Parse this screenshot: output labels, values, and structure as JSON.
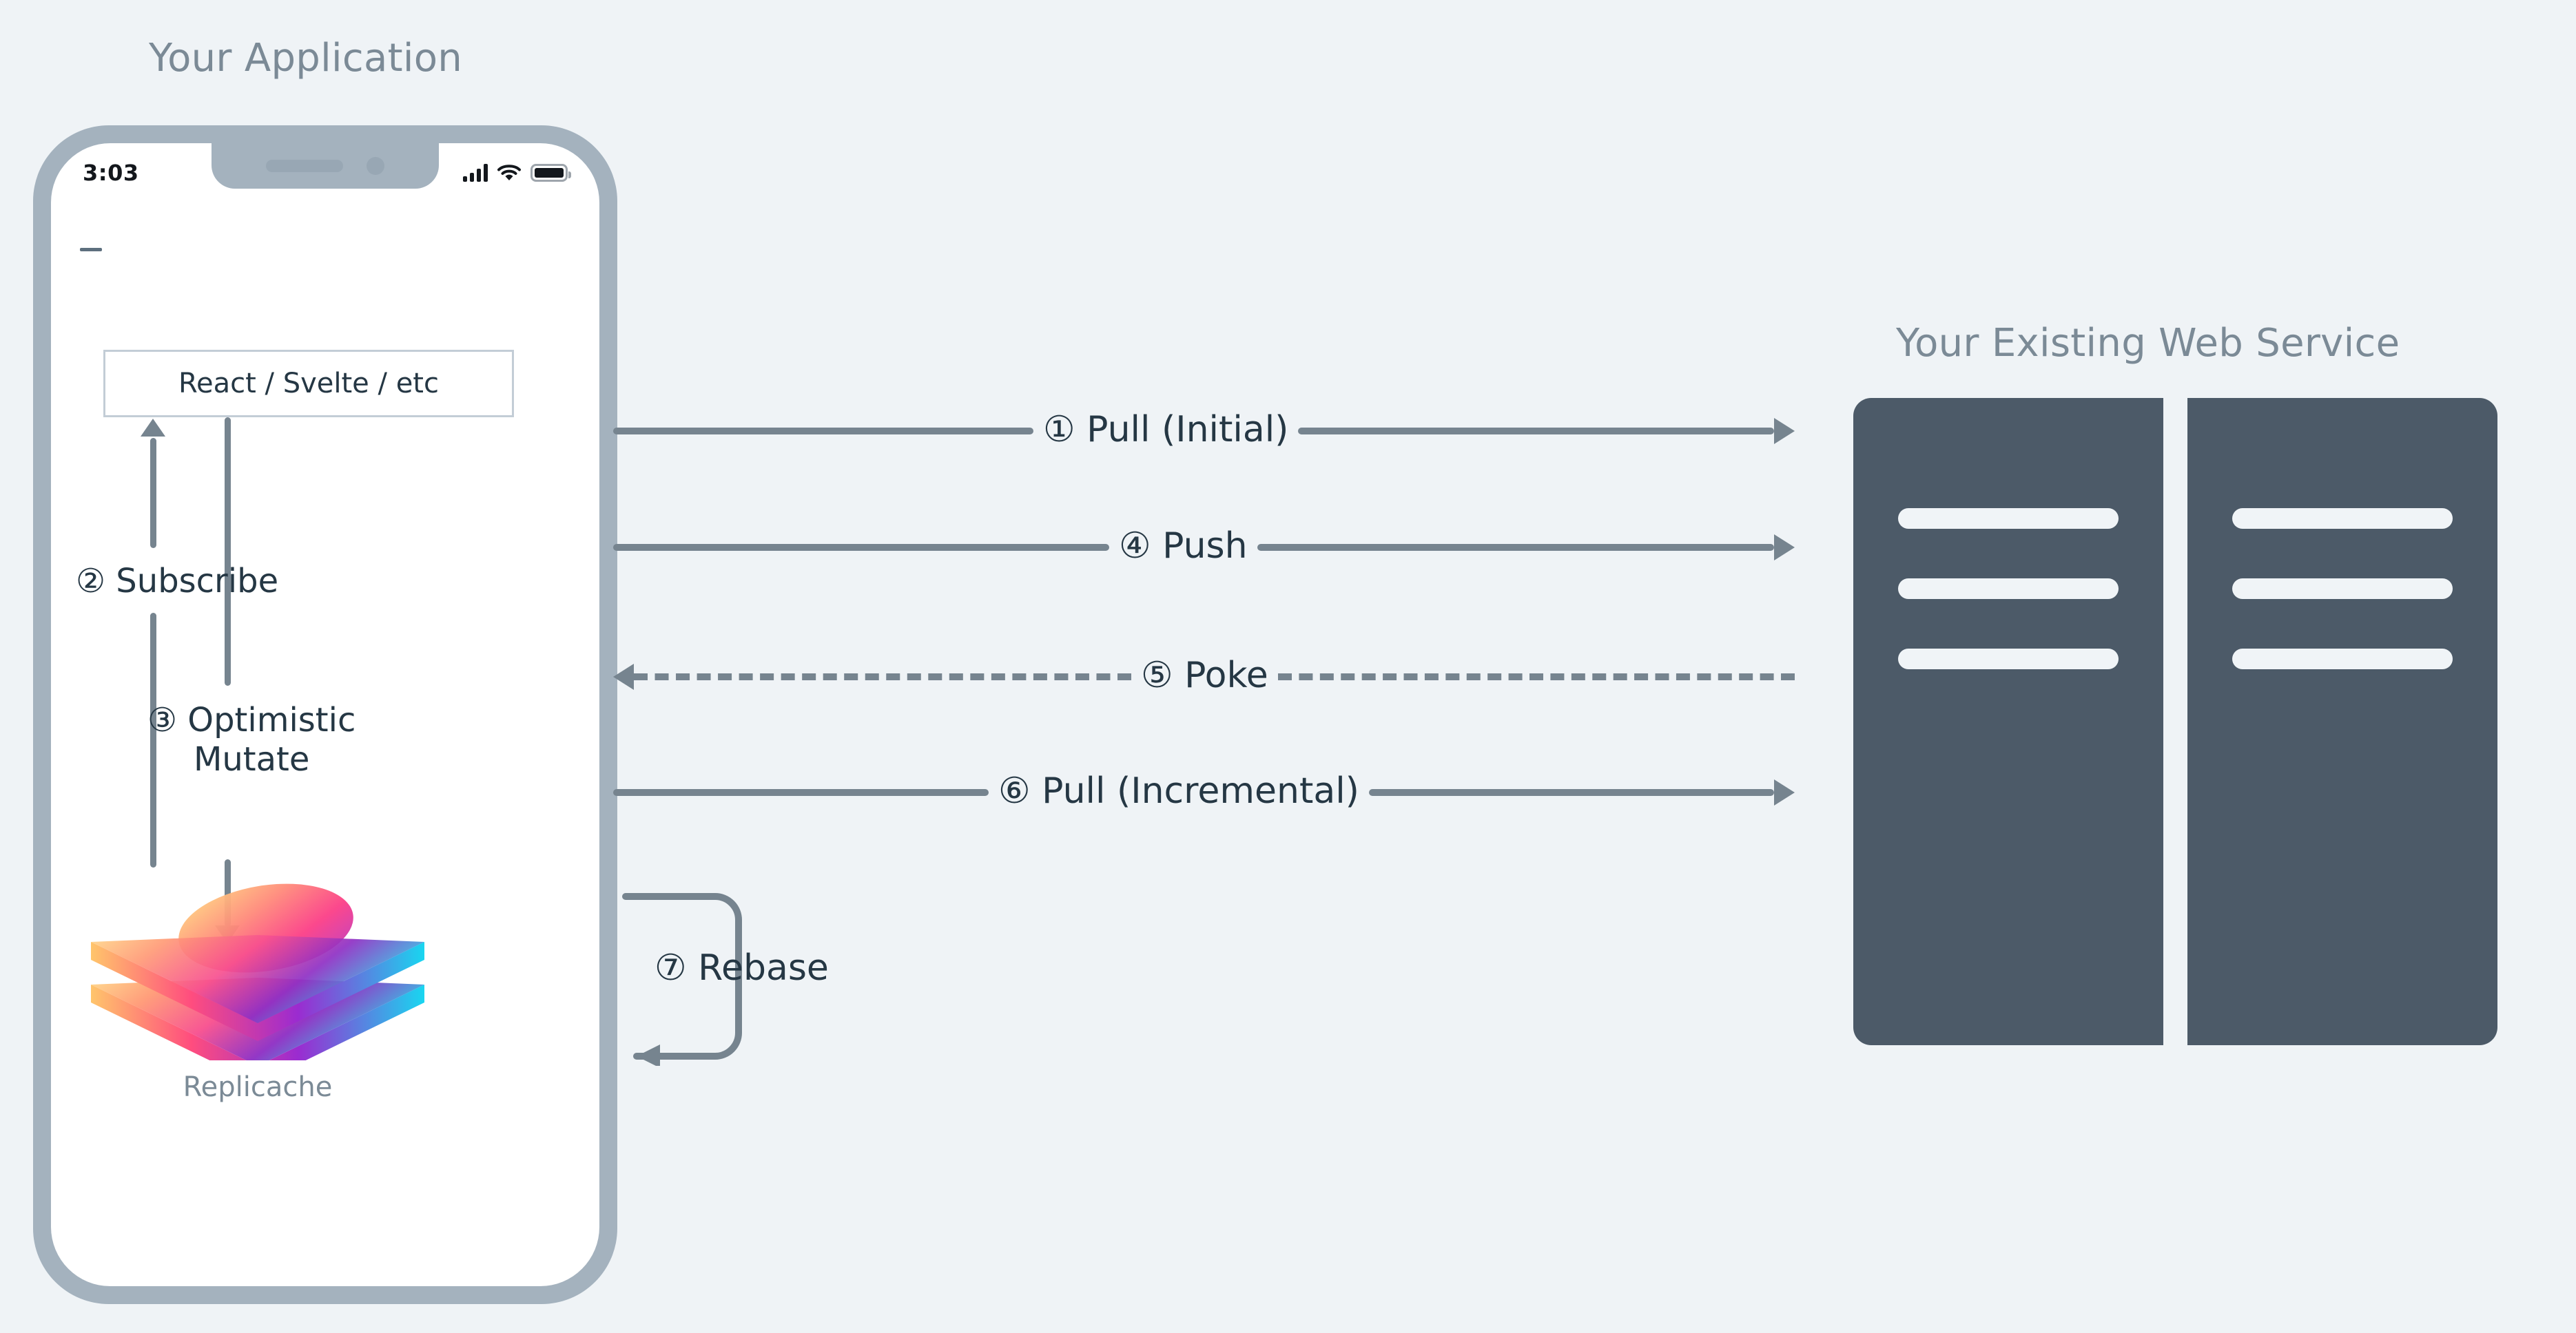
{
  "titles": {
    "application": "Your Application",
    "web_service": "Your Existing Web Service"
  },
  "phone": {
    "status_time": "3:03",
    "icons": [
      "signal-icon",
      "wifi-icon",
      "battery-icon"
    ],
    "framework_box": "React / Svelte / etc",
    "logo_caption": "Replicache"
  },
  "inner_steps": [
    {
      "number": "②",
      "label_line1": "Subscribe",
      "label_line2": ""
    },
    {
      "number": "③",
      "label_line1": "Optimistic",
      "label_line2": "Mutate"
    }
  ],
  "flows": [
    {
      "number": "①",
      "label": "Pull (Initial)",
      "direction": "right",
      "style": "solid"
    },
    {
      "number": "④",
      "label": "Push",
      "direction": "right",
      "style": "solid"
    },
    {
      "number": "⑤",
      "label": "Poke",
      "direction": "left",
      "style": "dashed"
    },
    {
      "number": "⑥",
      "label": "Pull (Incremental)",
      "direction": "right",
      "style": "solid"
    }
  ],
  "rebase": {
    "number": "⑦",
    "label": "Rebase"
  },
  "servers": {
    "count": 2,
    "bars_per_server": 3
  },
  "colors": {
    "background": "#EFF3F6",
    "phone_frame": "#A4B2BE",
    "screen": "#FFFFFF",
    "server": "#4C5A68",
    "server_bar": "#F0F4F7",
    "arrow": "#76848F",
    "label_text": "#253744",
    "title_text": "#7B8A96",
    "box_border": "#C3CDD6"
  }
}
